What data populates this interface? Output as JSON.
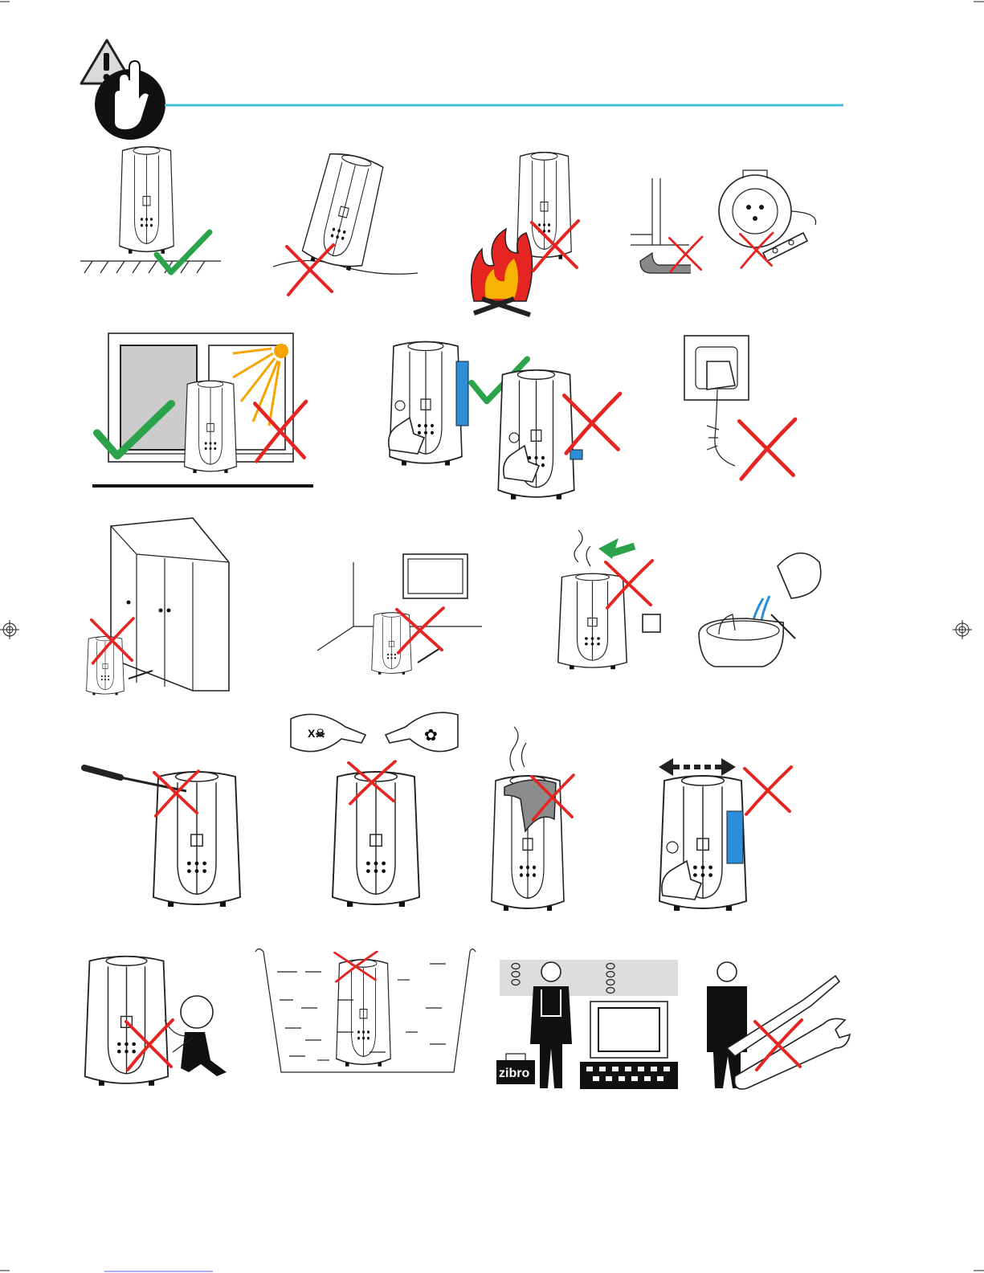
{
  "page": {
    "header_rule_color": "#3ec1d3",
    "cross_color": "#e52521",
    "check_color": "#2aa34a",
    "tank_color": "#2a8fd8",
    "icons": {
      "header": [
        "warning-triangle-icon",
        "stop-hand-icon"
      ],
      "checkmark": "check-icon",
      "cross": "cross-icon",
      "power": "power-icon",
      "poison": "skull-icon",
      "fragrance": "flower-icon"
    }
  },
  "illustrations": [
    {
      "id": "level-surface",
      "status": "allowed"
    },
    {
      "id": "uneven-surface",
      "status": "prohibited"
    },
    {
      "id": "near-fire",
      "status": "prohibited"
    },
    {
      "id": "pinched-cord-extension",
      "status": "prohibited"
    },
    {
      "id": "window-sunlight",
      "status": "mixed"
    },
    {
      "id": "switch-on-water-level",
      "status": "mixed"
    },
    {
      "id": "damaged-cord",
      "status": "prohibited"
    },
    {
      "id": "near-furniture",
      "status": "prohibited"
    },
    {
      "id": "near-wall-electronics",
      "status": "prohibited"
    },
    {
      "id": "touch-mist-outlet",
      "status": "prohibited"
    },
    {
      "id": "tank-filling",
      "status": "info"
    },
    {
      "id": "screwdriver",
      "status": "prohibited"
    },
    {
      "id": "additives",
      "status": "prohibited"
    },
    {
      "id": "cover-outlet",
      "status": "prohibited"
    },
    {
      "id": "move-while-on",
      "status": "prohibited"
    },
    {
      "id": "children",
      "status": "prohibited"
    },
    {
      "id": "immersion",
      "status": "prohibited"
    },
    {
      "id": "authorized-service",
      "status": "allowed",
      "logo": "zibro"
    },
    {
      "id": "self-repair",
      "status": "prohibited"
    }
  ]
}
